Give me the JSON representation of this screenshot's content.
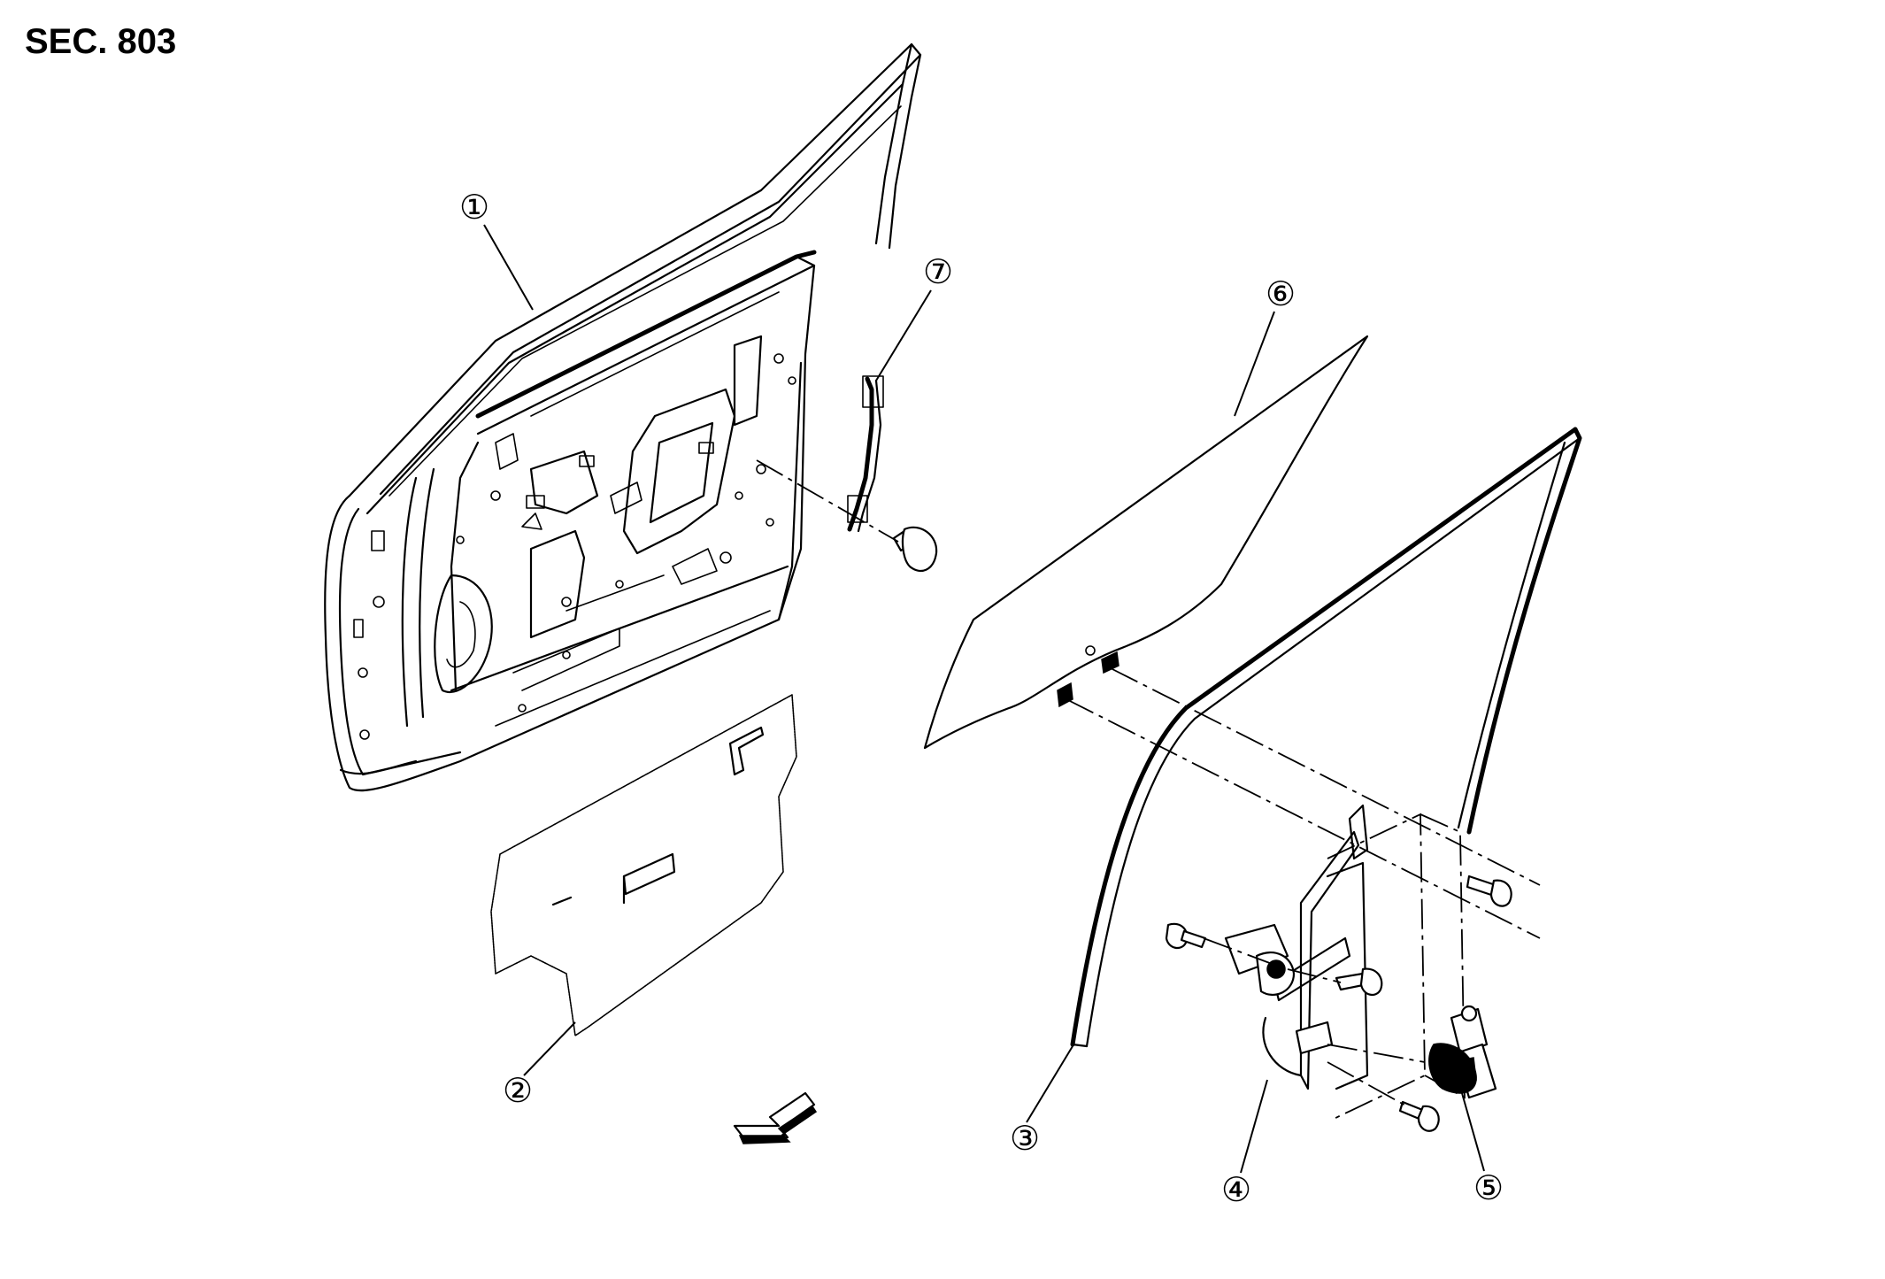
{
  "section_label": "SEC. 803",
  "callouts": [
    {
      "id": "1",
      "text": "①"
    },
    {
      "id": "2",
      "text": "②"
    },
    {
      "id": "3",
      "text": "③"
    },
    {
      "id": "4",
      "text": "④"
    },
    {
      "id": "5",
      "text": "⑤"
    },
    {
      "id": "6",
      "text": "⑥"
    },
    {
      "id": "7",
      "text": "⑦"
    }
  ],
  "front_arrow_icon": "front-direction-arrow-icon"
}
